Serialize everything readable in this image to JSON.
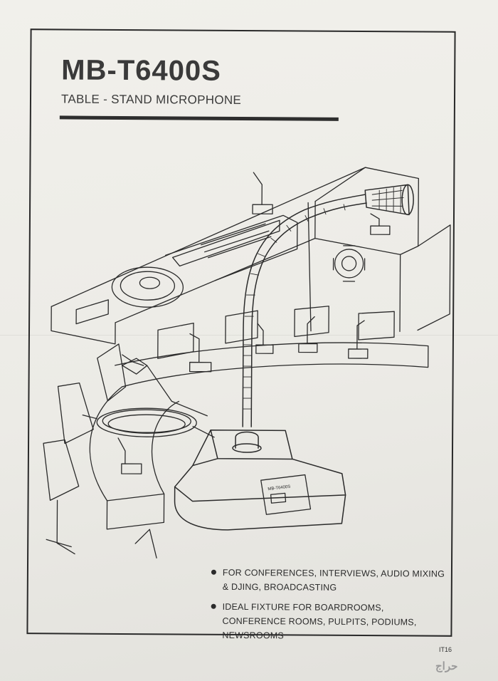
{
  "header": {
    "model": "MB-T6400S",
    "subtitle": "TABLE - STAND MICROPHONE"
  },
  "illustration": {
    "device_label": "MB-T6400S"
  },
  "features": [
    "FOR CONFERENCES, INTERVIEWS, AUDIO MIXING & DJING, BROADCASTING",
    "IDEAL FIXTURE FOR BOARDROOMS, CONFERENCE ROOMS, PULPITS, PODIUMS, NEWSROOMS"
  ],
  "footer": {
    "code": "IT16",
    "watermark": "حراج"
  }
}
